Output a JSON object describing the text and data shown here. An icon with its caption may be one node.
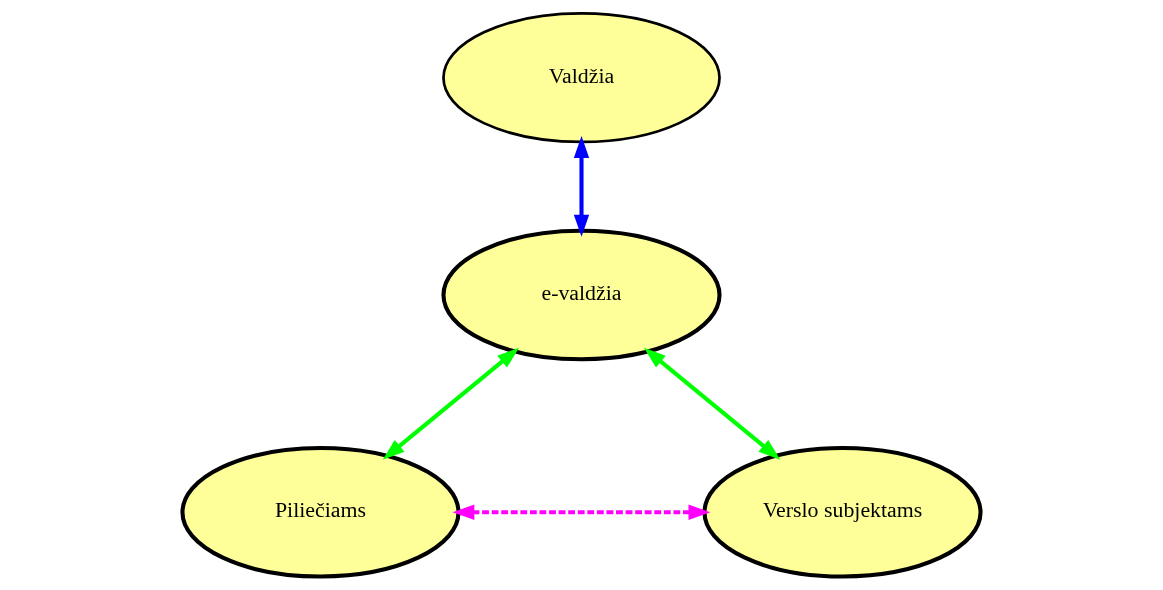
{
  "diagram": {
    "nodes": [
      {
        "text": [
          "Valdžia"
        ]
      },
      {
        "text": [
          "e-valdžia"
        ]
      },
      {
        "text": [
          "Piliečiams"
        ]
      },
      {
        "text": [
          "Verslo subjektams"
        ]
      }
    ],
    "edges": [
      {
        "from": 0,
        "to": 1,
        "arrow": "both",
        "color": "#0000ff"
      },
      {
        "from": 1,
        "to": 2,
        "arrow": "both",
        "color": "#00ff00"
      },
      {
        "from": 1,
        "to": 3,
        "arrow": "both",
        "color": "#00ff00"
      },
      {
        "from": 2,
        "to": 3,
        "arrow": "both",
        "style": "dashed",
        "color": "#ff00ff"
      }
    ]
  }
}
